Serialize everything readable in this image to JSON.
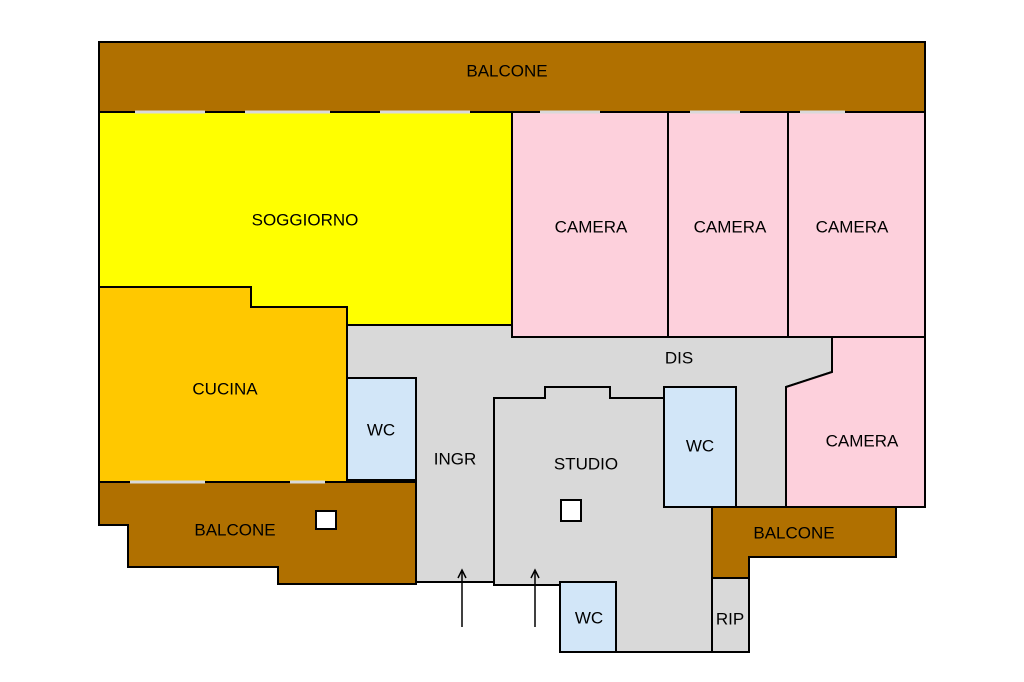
{
  "colors": {
    "balcone": "#b07000",
    "soggiorno": "#ffff00",
    "camera": "#fdd0dc",
    "cucina": "#ffc800",
    "wc": "#d2e6f8",
    "hall": "#d9d9d9",
    "wall": "#000000"
  },
  "rooms": {
    "balcone_top": "BALCONE",
    "soggiorno": "SOGGIORNO",
    "camera_1": "CAMERA",
    "camera_2": "CAMERA",
    "camera_3": "CAMERA",
    "camera_4": "CAMERA",
    "dis": "DIS",
    "cucina": "CUCINA",
    "wc_1": "WC",
    "ingr": "INGR",
    "studio": "STUDIO",
    "wc_2": "WC",
    "balcone_left": "BALCONE",
    "balcone_right": "BALCONE",
    "wc_3": "WC",
    "rip": "RIP"
  },
  "symbols": {
    "entry_arrow": "entry-arrow-icon",
    "column_marker": "square-pillar-icon"
  }
}
